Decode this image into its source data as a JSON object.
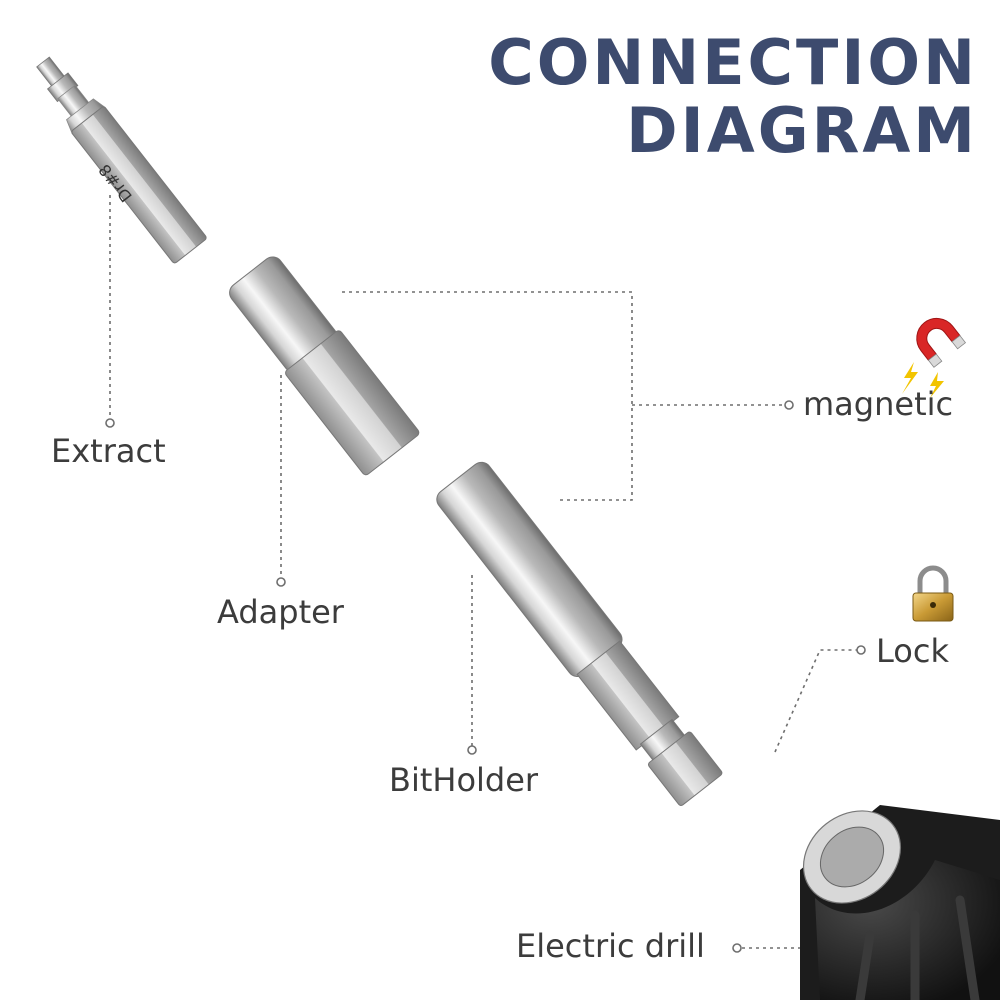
{
  "title": {
    "line1": "CONNECTION",
    "line2": "DIAGRAM"
  },
  "bit_engraving": "Dr#8",
  "labels": {
    "extract": "Extract",
    "adapter": "Adapter",
    "bitholder": "BitHolder",
    "magnetic": "magnetic",
    "lock": "Lock",
    "electric_drill": "Electric drill"
  },
  "icons": {
    "magnet": "magnet-icon",
    "lock": "padlock-icon"
  },
  "colors": {
    "title": "#3d4b6e",
    "label_text": "#3c3c3c",
    "leader_line": "#6e6e6e",
    "metal": "#c8c8c8"
  }
}
